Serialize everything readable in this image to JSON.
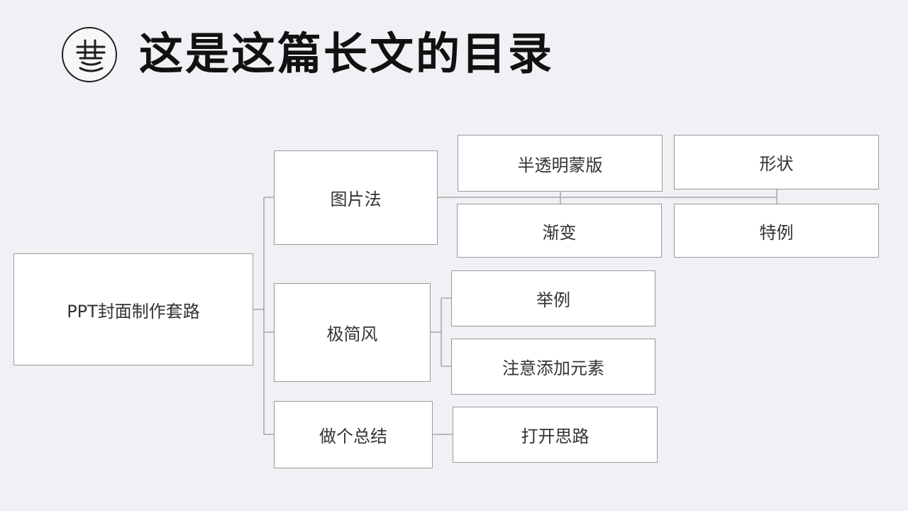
{
  "header": {
    "logo_icon": "noodle-bowl-logo-icon",
    "title": "这是这篇长文的目录"
  },
  "tree": {
    "root": "PPT封面制作套路",
    "branches": [
      {
        "label": "图片法",
        "children": [
          "半透明蒙版",
          "形状",
          "渐变",
          "特例"
        ]
      },
      {
        "label": "极简风",
        "children": [
          "举例",
          "注意添加元素"
        ]
      },
      {
        "label": "做个总结",
        "children": [
          "打开思路"
        ]
      }
    ]
  },
  "colors": {
    "background": "#f1f0f5",
    "node_fill": "#ffffff",
    "node_border": "#9a9a9a",
    "connector": "#a6a6a6",
    "text": "#333333",
    "title": "#111111"
  }
}
